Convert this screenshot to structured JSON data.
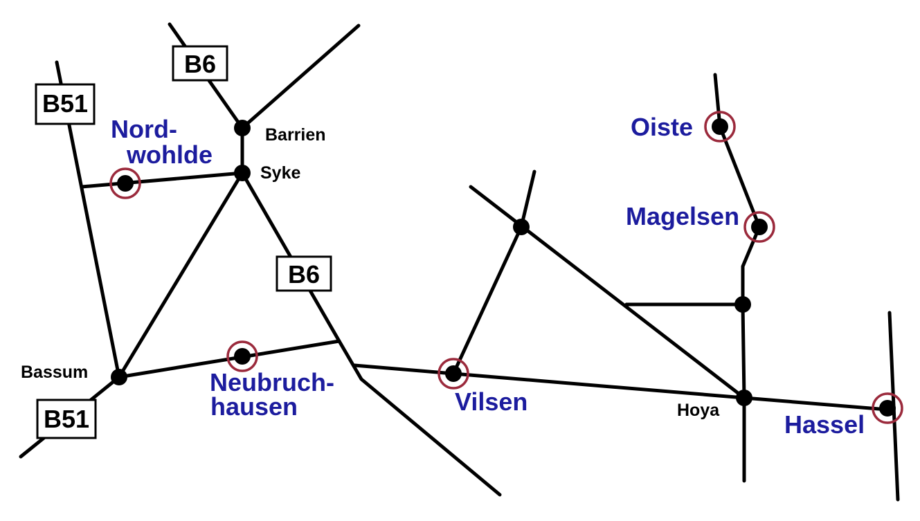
{
  "colors": {
    "road": "#000000",
    "town_highlight_text": "#1c1c9e",
    "town_highlight_ring": "#9b2a3c",
    "background": "#ffffff"
  },
  "road_shields": {
    "b6_north": "B6",
    "b6_south": "B6",
    "b51_north": "B51",
    "b51_south": "B51"
  },
  "towns": {
    "barrien": "Barrien",
    "syke": "Syke",
    "bassum": "Bassum",
    "hoya": "Hoya"
  },
  "highlighted_towns": {
    "nordwohlde_line1": "Nord-",
    "nordwohlde_line2": "wohlde",
    "neubruchhausen_line1": "Neubruch-",
    "neubruchhausen_line2": "hausen",
    "vilsen": "Vilsen",
    "oiste": "Oiste",
    "magelsen": "Magelsen",
    "hassel": "Hassel"
  }
}
